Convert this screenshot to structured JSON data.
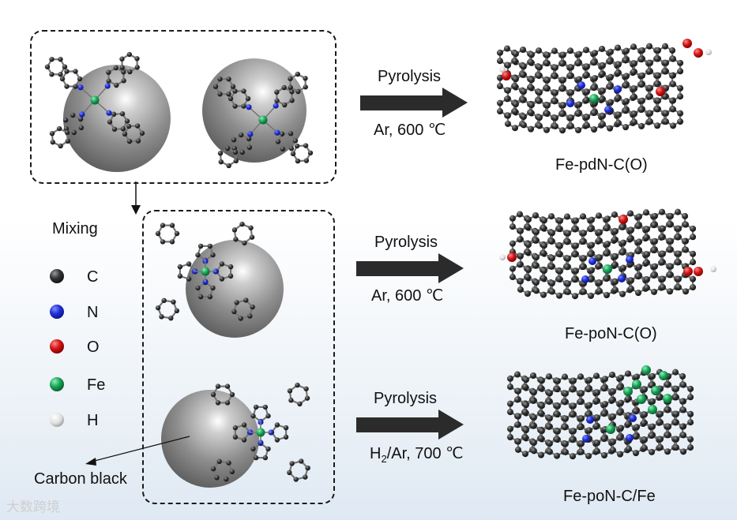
{
  "steps": [
    {
      "process": "Pyrolysis",
      "condition": "Ar, 600 ℃",
      "product": "Fe-pdN-C(O)"
    },
    {
      "process": "Pyrolysis",
      "condition": "Ar, 600 ℃",
      "product": "Fe-poN-C(O)"
    },
    {
      "process": "Pyrolysis",
      "condition_gas": "H",
      "condition_sub": "2",
      "condition_rest": "/Ar, 700 ℃",
      "product": "Fe-poN-C/Fe"
    }
  ],
  "mixing_label": "Mixing",
  "carbon_black_label": "Carbon black",
  "legend": [
    {
      "symbol": "C",
      "color": "#333333"
    },
    {
      "symbol": "N",
      "color": "#1f2fd6"
    },
    {
      "symbol": "O",
      "color": "#d41414"
    },
    {
      "symbol": "Fe",
      "color": "#1aa55a"
    },
    {
      "symbol": "H",
      "color": "#e8e8e8"
    }
  ],
  "watermark": "大数跨境"
}
